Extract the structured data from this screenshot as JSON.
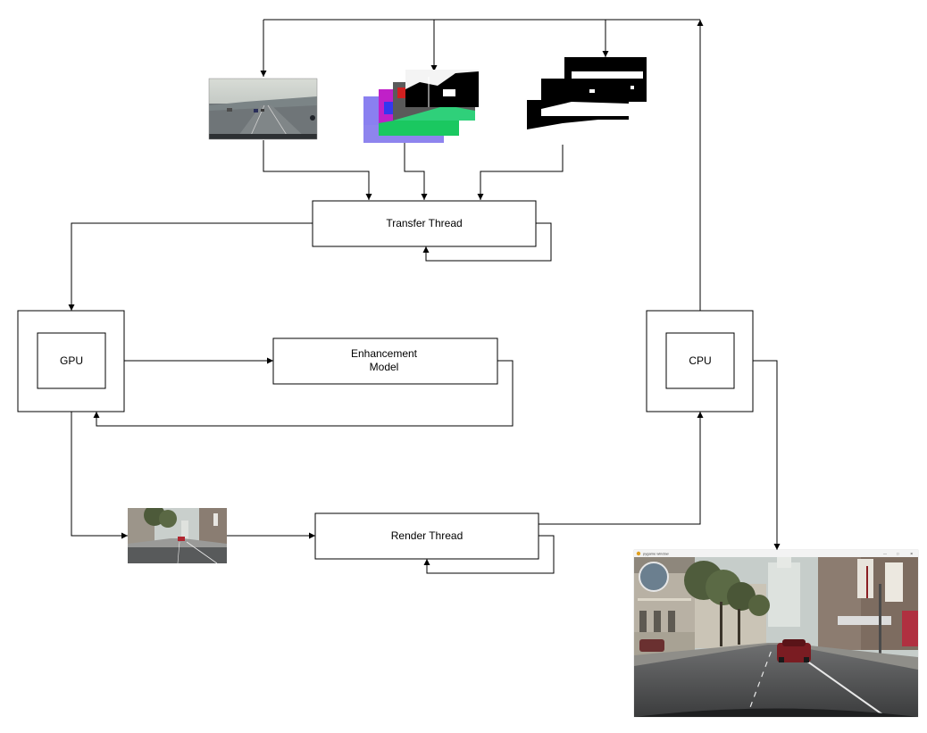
{
  "nodes": {
    "transfer_thread": "Transfer Thread",
    "gpu": "GPU",
    "enhancement_model": [
      "Enhancement",
      "Model"
    ],
    "cpu": "CPU",
    "render_thread": "Render Thread"
  },
  "window": {
    "title": "pygame window",
    "controls": [
      "—",
      "□",
      "✕"
    ]
  },
  "images": {
    "input_frame": "road-camera-frame",
    "segmentation_stack": "segmentation-maps-stack",
    "mask_stack": "binary-masks-stack",
    "rendered_frame": "rendered-city-street",
    "output_window": "enhanced-city-street"
  },
  "colors": {
    "stroke": "#000000",
    "background": "#ffffff",
    "seg_purple": "#8a80f0",
    "seg_green": "#21d66b",
    "seg_magenta": "#c020c8",
    "sky": "#c4ccca"
  }
}
